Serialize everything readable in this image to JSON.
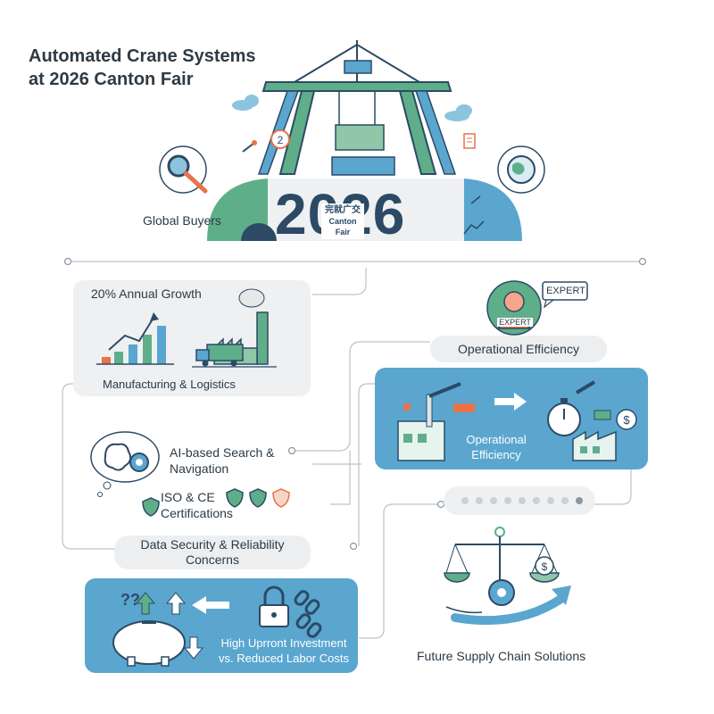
{
  "title": {
    "line1": "Automated Crane Systems",
    "line2": "at 2026 Canton Fair"
  },
  "hero": {
    "year": "2026",
    "badge_cn": "完就广交",
    "badge_en": "Canton Fair",
    "left_label": "Global Buyers",
    "marker_number": "2"
  },
  "growth": {
    "title": "20% Annual Growth",
    "caption": "Manufacturing & Logistics"
  },
  "expert": {
    "bubble": "EXPERT",
    "badge": "EXPERT"
  },
  "efficiency": {
    "pill": "Operational Efficiency",
    "panel_label_line1": "Operational",
    "panel_label_line2": "Efficiency",
    "currency": "$"
  },
  "ai": {
    "line1": "AI-based Search &",
    "line2": "Navigation"
  },
  "certs": {
    "line1": "ISO & CE",
    "line2": "Certifications"
  },
  "security": {
    "line1": "Data Security & Reliability",
    "line2": "Concerns"
  },
  "investment": {
    "line1": "High Uprront Investment",
    "line2": "vs. Reduced Labor Costs",
    "question_marks": "??"
  },
  "future": {
    "label": "Future Supply Chain Solutions",
    "currency": "$"
  },
  "colors": {
    "green": "#5fae8a",
    "blue": "#5aa6cf",
    "navy": "#2c4a66",
    "orange": "#e8724a",
    "grey": "#eef0f2"
  }
}
